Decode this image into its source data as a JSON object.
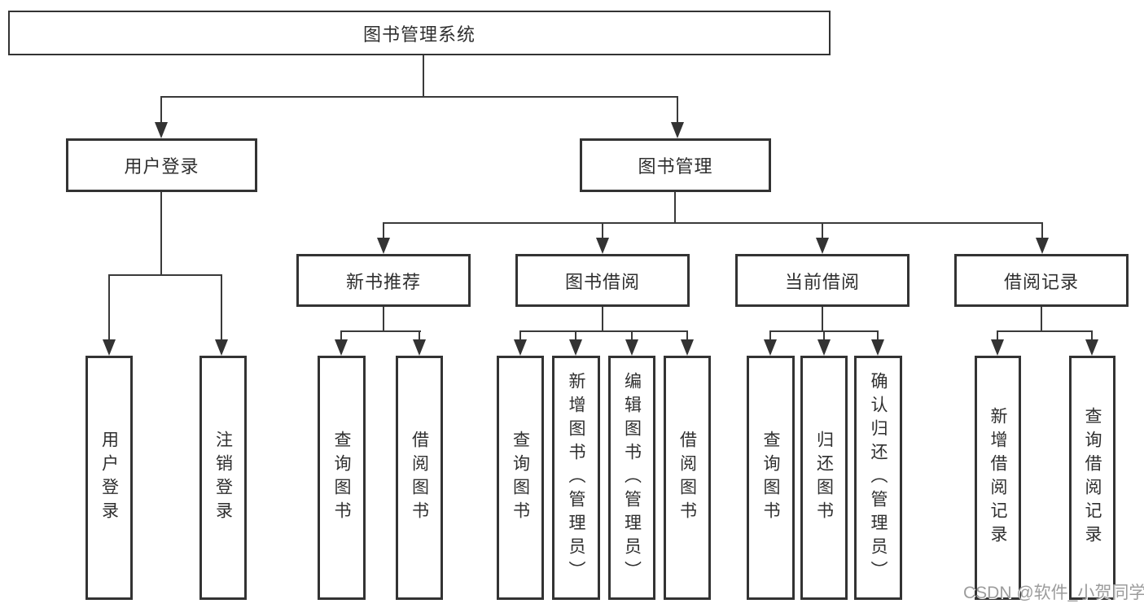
{
  "diagram": {
    "title": "图书管理系统",
    "level2": {
      "user_login": "用户登录",
      "book_mgmt": "图书管理"
    },
    "level3": {
      "new_book_rec": "新书推荐",
      "book_borrow": "图书借阅",
      "current_borrow": "当前借阅",
      "borrow_record": "借阅记录"
    },
    "leaves": {
      "user_login": [
        "用户登录",
        "注销登录"
      ],
      "new_book_rec": [
        "查询图书",
        "借阅图书"
      ],
      "book_borrow": [
        "查询图书",
        "新增图书（管理员）",
        "编辑图书（管理员）",
        "借阅图书"
      ],
      "current_borrow": [
        "查询图书",
        "归还图书",
        "确认归还（管理员）"
      ],
      "borrow_record": [
        "新增借阅记录",
        "查询借阅记录"
      ]
    }
  },
  "watermark": "CSDN @软件_小贺同学",
  "colors": {
    "line": "#3a3a3a",
    "box_border": "#333333",
    "text": "#2f2f2f",
    "background": "#ffffff",
    "watermark": "#9c9c9c"
  }
}
